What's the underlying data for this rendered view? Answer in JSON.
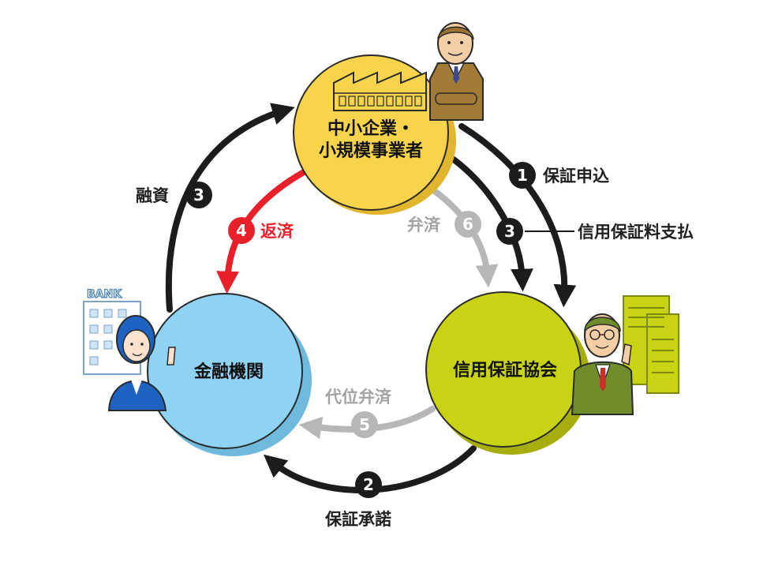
{
  "nodes": {
    "sme": {
      "line1": "中小企業・",
      "line2": "小規模事業者"
    },
    "bank": {
      "label": "金融機関",
      "sign": "BANK"
    },
    "guarantee": {
      "label": "信用保証協会"
    }
  },
  "flows": {
    "application": {
      "num": "1",
      "label": "保証申込"
    },
    "approval": {
      "num": "2",
      "label": "保証承諾"
    },
    "loan": {
      "num": "3",
      "label": "融資"
    },
    "fee": {
      "num": "3",
      "label": "信用保証料支払"
    },
    "repay": {
      "num": "4",
      "label": "返済"
    },
    "subrogation": {
      "num": "5",
      "label": "代位弁済"
    },
    "reimburse": {
      "num": "6",
      "label": "弁済"
    }
  },
  "colors": {
    "sme_fill": "#f7d44c",
    "bank_fill": "#8fd3f4",
    "guarantee_fill": "#c8d314",
    "dark_arrow": "#1c1c1c",
    "red_arrow": "#e8202a",
    "gray_arrow": "#b7b7b7"
  }
}
